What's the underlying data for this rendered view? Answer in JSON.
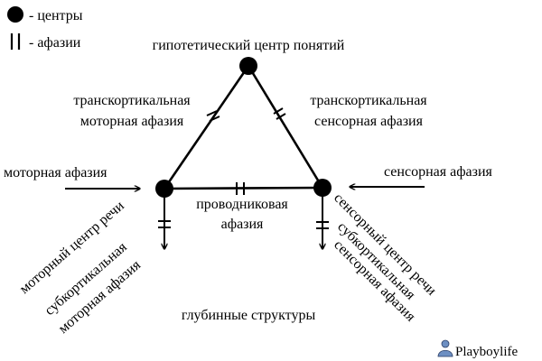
{
  "legend": {
    "centers_label": "- центры",
    "aphasias_label": "- афазии"
  },
  "diagram": {
    "top_center_label": "гипотетический центр понятий",
    "transcortical_motor_line1": "транскортикальная",
    "transcortical_motor_line2": "моторная афазия",
    "transcortical_sensory_line1": "транскортикальная",
    "transcortical_sensory_line2": "сенсорная афазия",
    "motor_aphasia": "моторная афазия",
    "sensory_aphasia": "сенсорная афазия",
    "conduction_line1": "проводниковая",
    "conduction_line2": "афазия",
    "motor_speech_center": "моторный центр речи",
    "subcortical_motor_line1": "субкортикальная",
    "subcortical_motor_line2": "моторная афазия",
    "sensory_speech_center": "сенсорный центр речи",
    "subcortical_sensory_line1": "субкортикальная",
    "subcortical_sensory_line2": "сенсорная афазия",
    "deep_structures": "глубинные структуры"
  },
  "watermark": {
    "text": "Playboylife",
    "icon": "user-icon"
  }
}
